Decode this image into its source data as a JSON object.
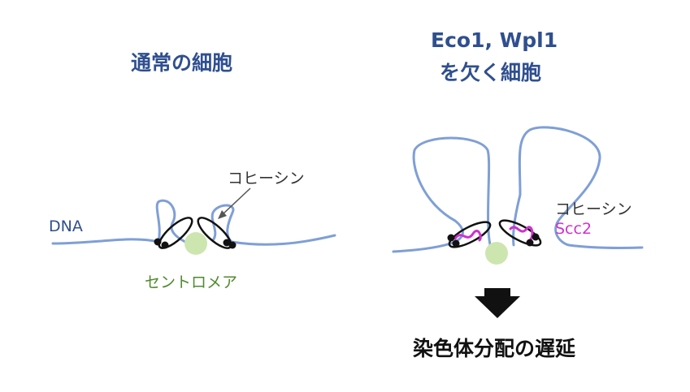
{
  "left_panel": {
    "title": "通常の細胞",
    "dna_label": "DNA",
    "cohesin_label": "コヒーシン",
    "centromere_label": "セントロメア"
  },
  "right_panel": {
    "title_line1": "Eco1, Wpl1",
    "title_line2": "を欠く細胞",
    "cohesin_label": "コヒーシン",
    "scc2_label": "Scc2",
    "result_text": "染色体分配の遅延"
  },
  "colors": {
    "dna": "#7f9fd6",
    "title": "#2f4f8f",
    "centromere": "#cde6b0",
    "scc2": "#cc33cc",
    "cohesin": "#111111"
  }
}
